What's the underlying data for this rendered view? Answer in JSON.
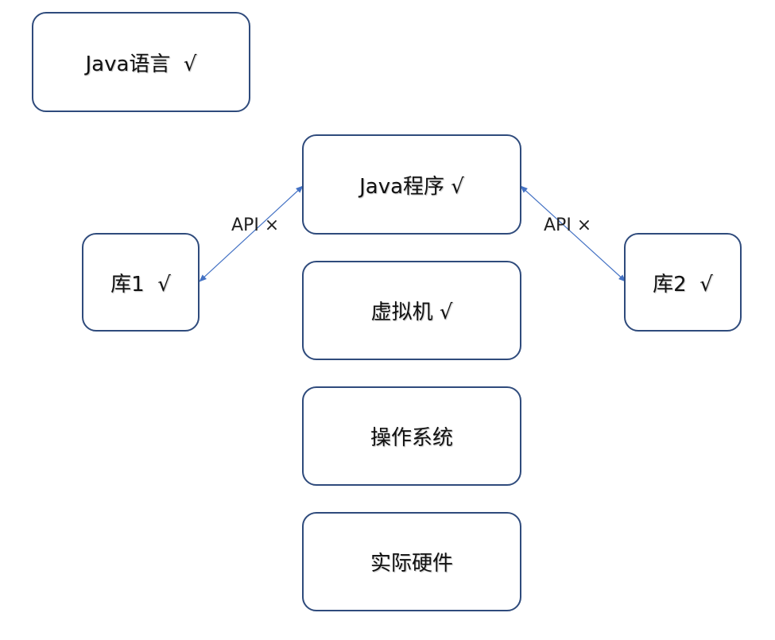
{
  "nodes": {
    "java_language": "Java语言  √",
    "java_program": "Java程序 √",
    "library_1": "库1  √",
    "library_2": "库2  √",
    "virtual_machine": "虚拟机 √",
    "operating_system": "操作系统",
    "hardware": "实际硬件"
  },
  "edges": {
    "left_label": "API ×",
    "right_label": "API ×"
  },
  "colors": {
    "box_border": "#2f4b7c",
    "arrow": "#4472c4"
  }
}
